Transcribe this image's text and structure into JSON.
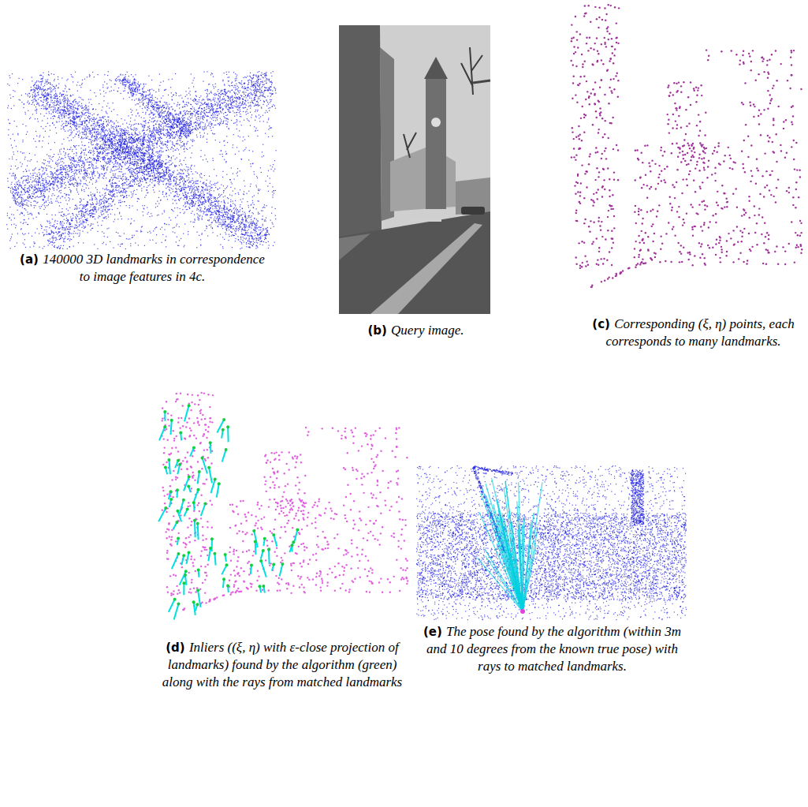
{
  "diagram": {
    "labels": [
      "(a)",
      "140000 3D landmarks in correspondence to image features in 4c.",
      "(b)",
      "Query image.",
      "(c)",
      "Corresponding (ξ, η) points, each corresponds to many landmarks.",
      "(d)",
      "Inliers ((ξ, η) with ε-close projection of landmarks) found by the algorithm (green) along with the rays from matched landmarks",
      "(e)",
      "The pose found by the algorithm (within 3m and 10 degrees from the known true pose) with rays to matched landmarks."
    ]
  }
}
